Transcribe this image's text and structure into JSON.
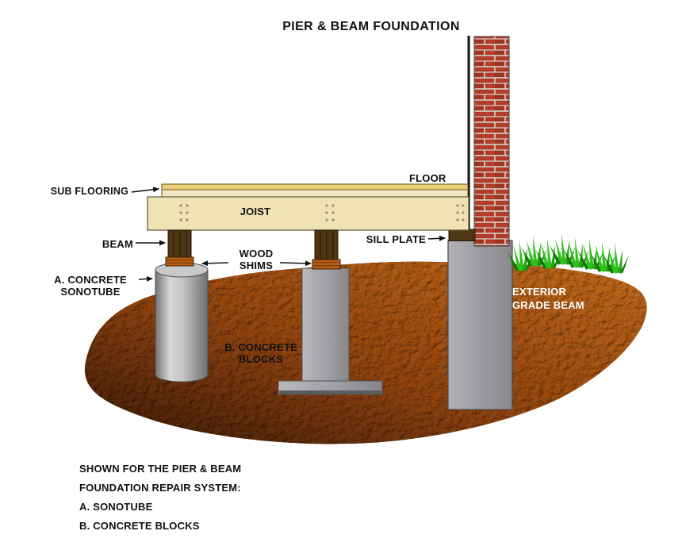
{
  "title": "PIER & BEAM FOUNDATION",
  "labels": {
    "sub_flooring": "SUB FLOORING",
    "floor": "FLOOR",
    "joist": "JOIST",
    "beam": "BEAM",
    "wood_shims_line1": "WOOD",
    "wood_shims_line2": "SHIMS",
    "sill_plate": "SILL PLATE",
    "sonotube_line1": "A. CONCRETE",
    "sonotube_line2": "SONOTUBE",
    "concrete_blocks_line1": "B. CONCRETE",
    "concrete_blocks_line2": "BLOCKS",
    "exterior_grade_beam_line1": "EXTERIOR",
    "exterior_grade_beam_line2": "GRADE BEAM"
  },
  "footnote": {
    "line1": "SHOWN FOR THE PIER & BEAM",
    "line2": "FOUNDATION REPAIR SYSTEM:",
    "line3": "A. SONOTUBE",
    "line4": "B. CONCRETE BLOCKS"
  },
  "colors": {
    "background": "#ffffff",
    "label_text": "#111111",
    "grade_beam_label_text": "#ffffff",
    "brick": "#b23c28",
    "brick_dark": "#a03422",
    "mortar": "#d6d2cc",
    "joist_wood": "#efe3b4",
    "floor_board": "#e9d07c",
    "subfloor_board": "#f2e7c0",
    "post_wood": "#4e3513",
    "shim": "#b55c15",
    "concrete": "#a5a5a9",
    "concrete_light": "#c9c9c9",
    "soil_dark": "#3a1a05",
    "soil_mid": "#96460f",
    "soil_light": "#c96f1d",
    "grass": "#2fc01d",
    "grass_dark": "#128208"
  }
}
